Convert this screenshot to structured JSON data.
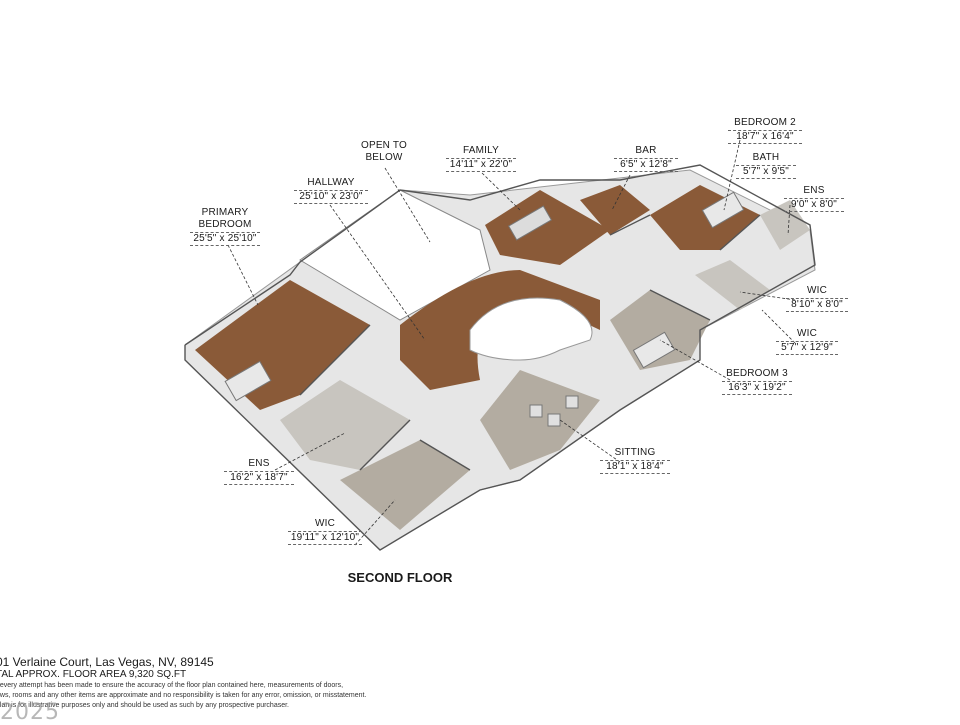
{
  "floor_title": "SECOND FLOOR",
  "rooms": [
    {
      "id": "primary-bedroom",
      "name": "PRIMARY",
      "name2": "BEDROOM",
      "dims": "25'5\" x 25'10\""
    },
    {
      "id": "hallway",
      "name": "HALLWAY",
      "dims": "25'10\" x 23'0\""
    },
    {
      "id": "open-to-below",
      "name": "OPEN TO",
      "name2": "BELOW",
      "dims": ""
    },
    {
      "id": "family",
      "name": "FAMILY",
      "dims": "14'11\" x 22'0\""
    },
    {
      "id": "bar",
      "name": "BAR",
      "dims": "6'5\" x 12'8\""
    },
    {
      "id": "bedroom-2",
      "name": "BEDROOM 2",
      "dims": "18'7\" x 16'4\""
    },
    {
      "id": "bath",
      "name": "BATH",
      "dims": "5'7\" x 9'5\""
    },
    {
      "id": "ens-2",
      "name": "ENS",
      "dims": "9'0\" x 8'0\""
    },
    {
      "id": "wic-2",
      "name": "WIC",
      "dims": "8'10\" x 8'0\""
    },
    {
      "id": "wic-3",
      "name": "WIC",
      "dims": "5'7\" x 12'9\""
    },
    {
      "id": "bedroom-3",
      "name": "BEDROOM 3",
      "dims": "16'3\" x 19'2\""
    },
    {
      "id": "sitting",
      "name": "SITTING",
      "dims": "18'1\" x 18'4\""
    },
    {
      "id": "ens-1",
      "name": "ENS",
      "dims": "16'2\" x 18'7\""
    },
    {
      "id": "wic-1",
      "name": "WIC",
      "dims": "19'11\" x 12'10\""
    }
  ],
  "footer": {
    "address": "01 Verlaine Court, Las Vegas, NV, 89145",
    "area": "TAL APPROX. FLOOR AREA 9,320 SQ.FT",
    "disclaimer": [
      "t every attempt has been made to ensure the accuracy of the floor plan contained here, measurements of doors,",
      "ows, rooms and any other items are approximate and no responsibility is taken for any error, omission, or misstatement.",
      "plan is for illustrative purposes only and should be used as such by any prospective purchaser."
    ],
    "watermark": "2025"
  },
  "colors": {
    "wood": "#8a5a38",
    "tile": "#c8c5bf",
    "carpet": "#b3aca1",
    "wall": "#ffffff",
    "wall_side": "#d9d9d9"
  }
}
